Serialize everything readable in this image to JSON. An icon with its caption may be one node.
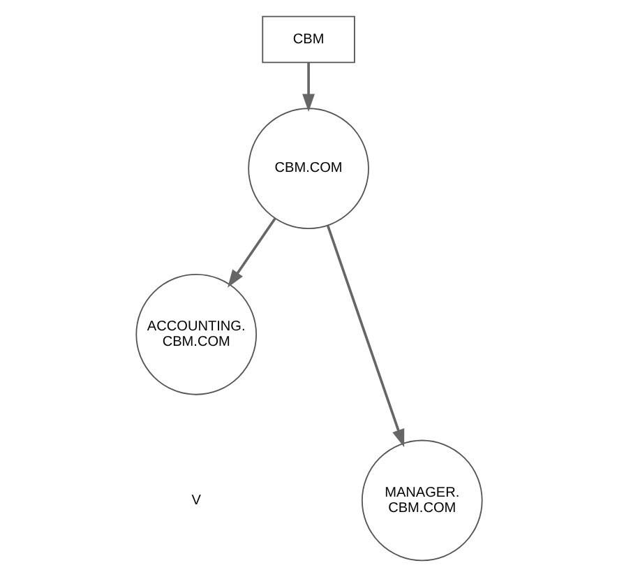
{
  "diagram": {
    "nodes": [
      {
        "text": [
          "CBM"
        ]
      },
      {
        "text": [
          "CBM.COM"
        ]
      },
      {
        "text": [
          "ACCOUNTING. CBM.COM"
        ]
      },
      {
        "text": [
          "MANAGER. CBM.COM"
        ]
      }
    ],
    "edges": [
      {
        "from": 0,
        "to": 1,
        "arrow": "to"
      },
      {
        "from": 1,
        "to": 2,
        "arrow": "to"
      },
      {
        "from": 1,
        "to": 3,
        "arrow": "to"
      }
    ],
    "labels": [
      "V"
    ]
  }
}
